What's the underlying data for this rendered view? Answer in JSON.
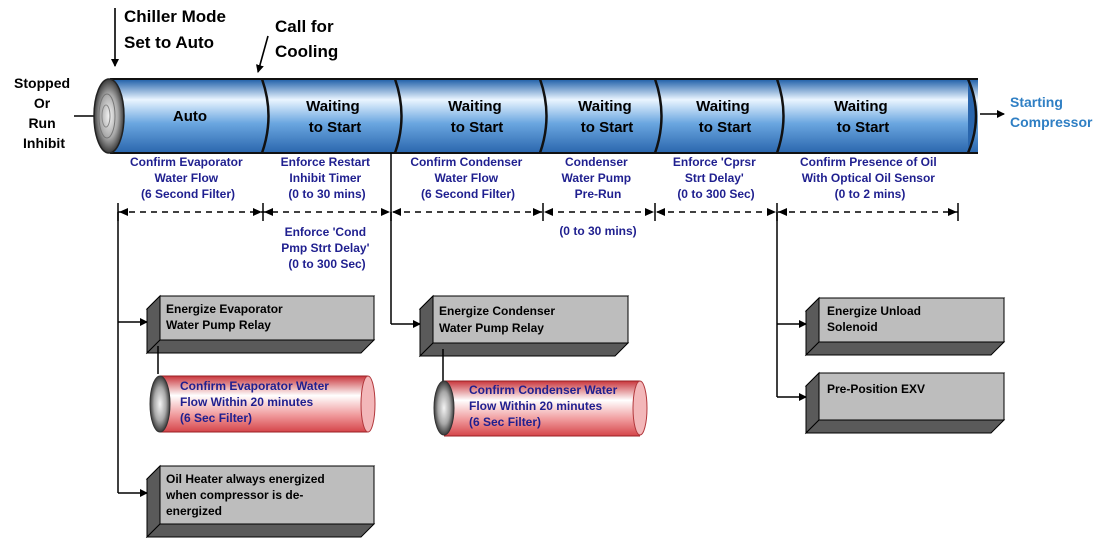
{
  "top_annotations": {
    "chiller_mode": [
      "Chiller Mode",
      "Set to Auto"
    ],
    "call_for_cooling": [
      "Call for",
      "Cooling"
    ]
  },
  "start_state": [
    "Stopped",
    "Or",
    "Run",
    "Inhibit"
  ],
  "end_state": [
    "Starting",
    "Compressor"
  ],
  "stages": [
    {
      "label": [
        "Auto"
      ]
    },
    {
      "label": [
        "Waiting",
        "to Start"
      ]
    },
    {
      "label": [
        "Waiting",
        "to Start"
      ]
    },
    {
      "label": [
        "Waiting",
        "to Start"
      ]
    },
    {
      "label": [
        "Waiting",
        "to Start"
      ]
    },
    {
      "label": [
        "Waiting",
        "to Start"
      ]
    }
  ],
  "stage_notes": [
    [
      "Confirm Evaporator",
      "Water Flow",
      "(6 Second Filter)"
    ],
    [
      "Enforce Restart",
      "Inhibit Timer",
      "(0 to 30 mins)"
    ],
    [
      "Confirm Condenser",
      "Water Flow",
      "(6 Second Filter)"
    ],
    [
      "Condenser",
      "Water Pump",
      "Pre-Run"
    ],
    [
      "Enforce 'Cprsr",
      "Strt Delay'",
      "(0 to 300 Sec)"
    ],
    [
      "Confirm Presence of Oil",
      "With Optical Oil Sensor",
      "(0 to 2 mins)"
    ]
  ],
  "extra_notes": {
    "cond_pump_delay": [
      "Enforce 'Cond",
      "Pmp Strt Delay'",
      "(0 to 300 Sec)"
    ],
    "pump_prerun_time": [
      "(0 to 30 mins)"
    ]
  },
  "action_boxes": {
    "evap_pump": [
      "Energize Evaporator",
      "Water Pump Relay"
    ],
    "oil_heater": [
      "Oil Heater always energized",
      "when compressor is de-",
      "energized"
    ],
    "cond_pump": [
      "Energize Condenser",
      "Water Pump Relay"
    ],
    "unload_solenoid": [
      "Energize Unload",
      "Solenoid"
    ],
    "exv": [
      "Pre-Position EXV"
    ]
  },
  "confirm_cylinders": {
    "evap": [
      "Confirm Evaporator Water",
      "Flow  Within 20 minutes",
      "(6 Sec Filter)"
    ],
    "cond": [
      "Confirm Condenser Water",
      "Flow Within 20 minutes",
      "(6 Sec Filter)"
    ]
  },
  "colors": {
    "stage_fill": "#4f95d9",
    "stage_highlight": "#eaf5ff",
    "confirm_fill": "#e8555a",
    "box_face": "#bdbdbd",
    "box_side": "#5a5a5a",
    "note_text": "#1f1f8f",
    "end_text": "#2f7fc4"
  }
}
